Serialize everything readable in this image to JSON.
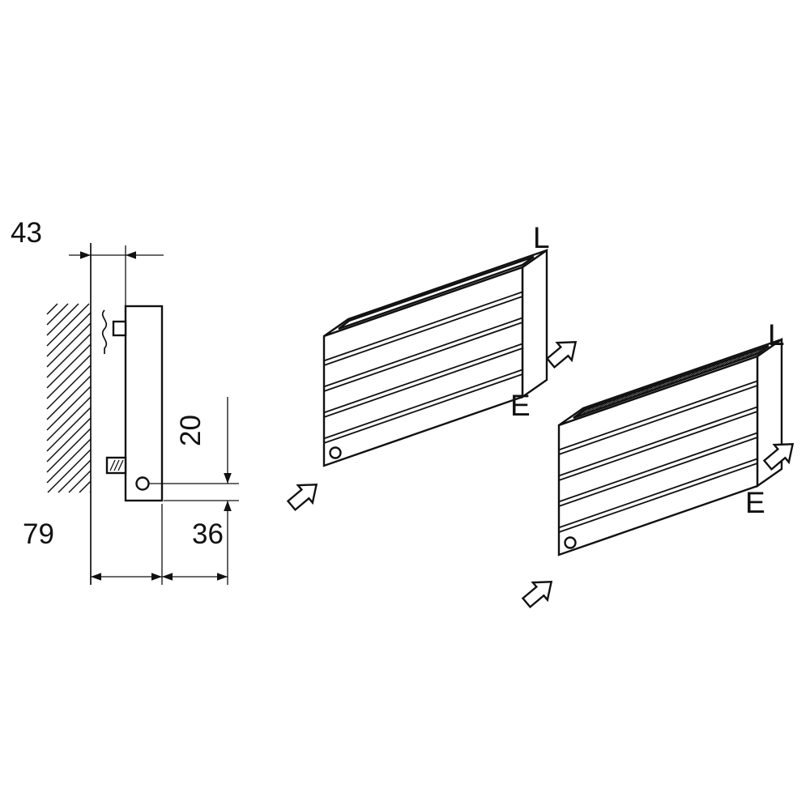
{
  "colors": {
    "line": "#111111",
    "background": "#ffffff"
  },
  "side_view": {
    "dim_wall_gap": "43",
    "dim_wall_to_front": "79",
    "dim_front_offset": "36",
    "dim_pipe_height": "20"
  },
  "isometric_views": {
    "radiator_open_channel": {
      "label_l": "L",
      "label_e": "E"
    },
    "radiator_grille_top": {
      "label_l": "L",
      "label_e": "E"
    }
  }
}
